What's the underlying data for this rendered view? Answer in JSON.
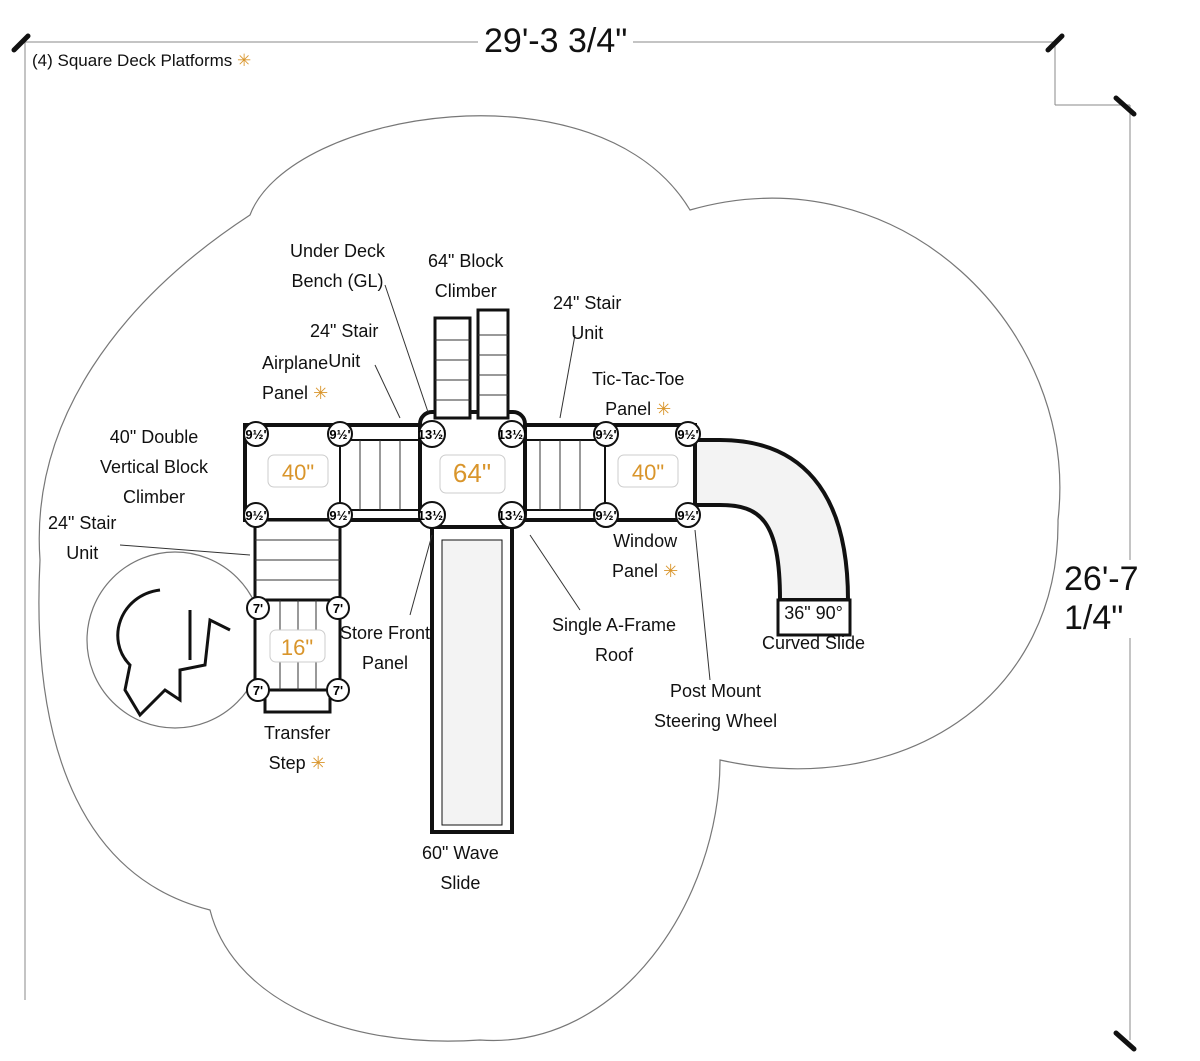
{
  "title_note": "(4) Square Deck Platforms",
  "star_symbol": "✳",
  "dimensions": {
    "width": "29'-3 3/4\"",
    "depth": "26'-7 1/4\""
  },
  "decks": [
    "40\"",
    "64\"",
    "40\"",
    "16\""
  ],
  "posts": {
    "small": "9½'",
    "large": "13½'",
    "short": "7'"
  },
  "labels": {
    "under_deck_bench": [
      "Under Deck",
      "Bench (GL)"
    ],
    "block_climber": [
      "64\" Block",
      "Climber"
    ],
    "stair_top_right": [
      "24\" Stair",
      "Unit"
    ],
    "stair_top_left": [
      "24\" Stair",
      "Unit"
    ],
    "airplane_panel": [
      "Airplane",
      "Panel"
    ],
    "tic_tac_toe": [
      "Tic-Tac-Toe",
      "Panel"
    ],
    "double_climber": [
      "40\" Double",
      "Vertical Block",
      "Climber"
    ],
    "stair_left": [
      "24\" Stair",
      "Unit"
    ],
    "window_panel": [
      "Window",
      "Panel"
    ],
    "store_front": [
      "Store Front",
      "Panel"
    ],
    "a_frame_roof": [
      "Single A-Frame",
      "Roof"
    ],
    "curved_slide": [
      "36\" 90°",
      "Curved Slide"
    ],
    "steering_wheel": [
      "Post Mount",
      "Steering Wheel"
    ],
    "transfer_step": [
      "Transfer",
      "Step"
    ],
    "wave_slide": [
      "60\" Wave",
      "Slide"
    ]
  },
  "colors": {
    "accent": "#d9952b",
    "line": "#111111"
  }
}
